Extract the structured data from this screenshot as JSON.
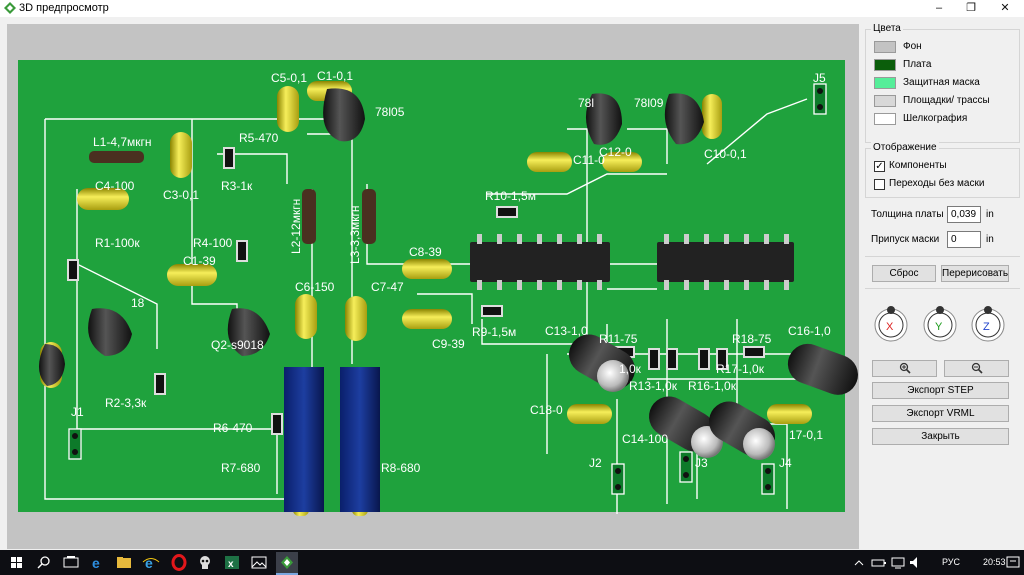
{
  "window": {
    "title": "3D предпросмотр",
    "controls": {
      "minimize": "–",
      "maximize": "❐",
      "close": "✕"
    }
  },
  "panel": {
    "colors": {
      "title": "Цвета",
      "items": [
        {
          "label": "Фон",
          "color": "#c3c3c3"
        },
        {
          "label": "Плата",
          "color": "#0b5e0b"
        },
        {
          "label": "Защитная маска",
          "color": "#55ee99"
        },
        {
          "label": "Площадки/ трассы",
          "color": "#d8d8d8"
        },
        {
          "label": "Шелкография",
          "color": "#ffffff"
        }
      ]
    },
    "display": {
      "title": "Отображение",
      "components": {
        "label": "Компоненты",
        "checked": true
      },
      "vias": {
        "label": "Переходы без маски",
        "checked": false
      }
    },
    "thickness": {
      "label": "Толщина платы",
      "value": "0,039",
      "unit": "in"
    },
    "clearance": {
      "label": "Припуск маски",
      "value": "0",
      "unit": "in"
    },
    "buttons": {
      "reset": "Сброс",
      "redraw": "Перерисовать",
      "export_step": "Экспорт STEP",
      "export_vrml": "Экспорт VRML",
      "close": "Закрыть"
    },
    "rotation": [
      "X",
      "Y",
      "Z"
    ],
    "zoom": {
      "in_icon": "zoom-in-icon",
      "out_icon": "zoom-out-icon"
    }
  },
  "pcb": {
    "board_color": "#1fa23d",
    "silk_color": "#ffffff",
    "labels": [
      "L1-4,7мкгн",
      "C4-100",
      "C3-0,1",
      "R5-470",
      "R3-1к",
      "C5-0,1",
      "C1-0,1",
      "78l05",
      "J5",
      "78l",
      "78l09",
      "C11-0",
      "C12-0",
      "C10-0,1",
      "R10-1,5м",
      "L2-12мкгн",
      "L3-3,3мкгн",
      "C8-39",
      "R1-100к",
      "R4-100",
      "C1-39",
      "C6-150",
      "C7-47",
      "18",
      "Q2-s9018",
      "R9-1,5м",
      "C9-39",
      "C13-1,0",
      "R11-75",
      "R18-75",
      "C16-1,0",
      "R13-1,0к",
      "R16-1,0к",
      "R17-1,0к",
      "R2-3,3к",
      "C18-0",
      "C14-100",
      "17-0,1",
      "J1",
      "R6-470",
      "J2",
      "J3",
      "J4",
      "R7-680",
      "R8-680",
      "1,0к"
    ]
  },
  "taskbar": {
    "time": "20:53",
    "lang": "РУС",
    "icons": [
      "windows-start-icon",
      "search-icon",
      "task-view-icon",
      "edge-icon",
      "file-explorer-icon",
      "ie-icon",
      "opera-icon",
      "skull-app-icon",
      "excel-icon",
      "photos-icon",
      "pcb-app-icon"
    ]
  }
}
